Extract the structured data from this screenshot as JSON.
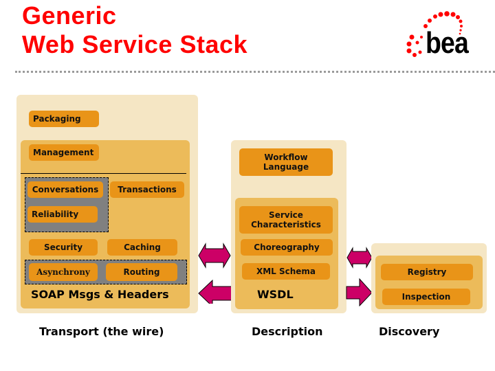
{
  "header": {
    "title_line1": "Generic",
    "title_line2": "Web Service Stack",
    "logo_text": "bea",
    "title_color": "#ff0000"
  },
  "colors": {
    "outer_panel": "#f5e6c4",
    "inner_panel": "#ecbb5a",
    "box": "#e99418",
    "grey_group": "#808080",
    "arrow": "#cc0066"
  },
  "columns": {
    "transport": {
      "caption": "Transport (the wire)",
      "packaging": "Packaging",
      "management": "Management",
      "conversations": "Conversations",
      "transactions": "Transactions",
      "reliability": "Reliability",
      "security": "Security",
      "caching": "Caching",
      "asynchrony": "Asynchrony",
      "routing": "Routing",
      "base_label": "SOAP Msgs & Headers"
    },
    "description": {
      "caption": "Description",
      "workflow": "Workflow\nLanguage",
      "service_characteristics": "Service\nCharacteristics",
      "choreography": "Choreography",
      "xml_schema": "XML Schema",
      "base_label": "WSDL"
    },
    "discovery": {
      "caption": "Discovery",
      "registry": "Registry",
      "inspection": "Inspection"
    }
  }
}
